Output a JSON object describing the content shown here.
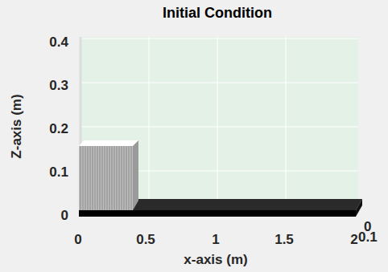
{
  "diagram": {
    "title": "Initial Condition",
    "labels": [
      "Z-axis (m)",
      "x-axis (m)",
      "0.4",
      "0.3",
      "0.2",
      "0.1",
      "0",
      "0",
      "0.5",
      "1",
      "1.5",
      "2",
      "0",
      "0.1"
    ]
  }
}
